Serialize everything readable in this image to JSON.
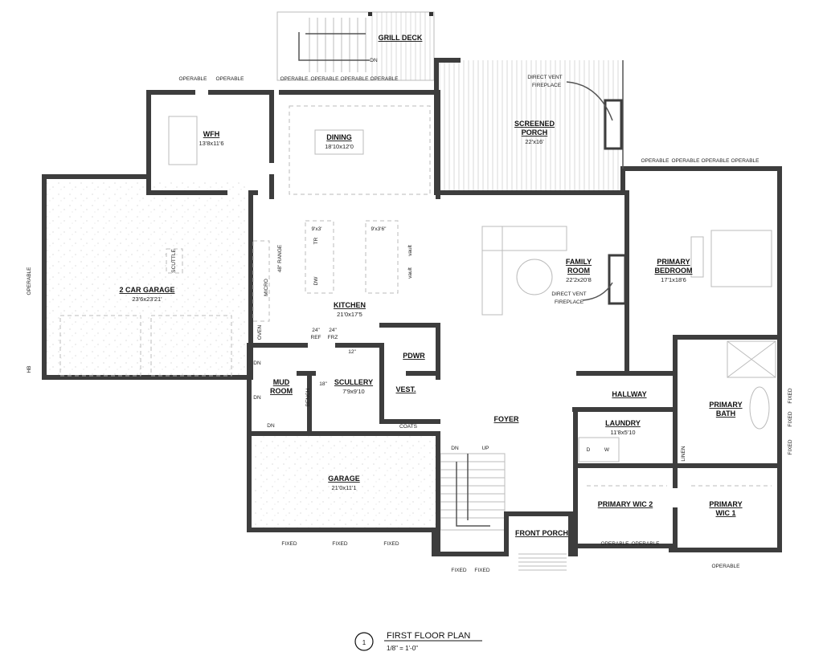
{
  "plan": {
    "title": "FIRST FLOOR PLAN",
    "scale": "1/8\" = 1'-0\"",
    "number": "1"
  },
  "rooms": [
    {
      "lines": [
        "GRILL DECK"
      ],
      "dims": ""
    },
    {
      "lines": [
        "WFH"
      ],
      "dims": "13'8x11'6"
    },
    {
      "lines": [
        "DINING"
      ],
      "dims": "18'10x12'0"
    },
    {
      "lines": [
        "SCREENED",
        "PORCH"
      ],
      "dims": "22'x16'"
    },
    {
      "lines": [
        "2 CAR GARAGE"
      ],
      "dims": "23'6x23'21'"
    },
    {
      "lines": [
        "FAMILY",
        "ROOM"
      ],
      "dims": "22'2x20'8"
    },
    {
      "lines": [
        "PRIMARY",
        "BEDROOM"
      ],
      "dims": "17'1x18'6"
    },
    {
      "lines": [
        "KITCHEN"
      ],
      "dims": "21'0x17'5"
    },
    {
      "lines": [
        "MUD",
        "ROOM"
      ],
      "dims": ""
    },
    {
      "lines": [
        "SCULLERY"
      ],
      "dims": "7'9x9'10"
    },
    {
      "lines": [
        "PDWR"
      ],
      "dims": ""
    },
    {
      "lines": [
        "VEST."
      ],
      "dims": ""
    },
    {
      "lines": [
        "FOYER"
      ],
      "dims": ""
    },
    {
      "lines": [
        "HALLWAY"
      ],
      "dims": ""
    },
    {
      "lines": [
        "LAUNDRY"
      ],
      "dims": "11'8x5'10"
    },
    {
      "lines": [
        "PRIMARY",
        "BATH"
      ],
      "dims": ""
    },
    {
      "lines": [
        "PRIMARY WIC 2"
      ],
      "dims": ""
    },
    {
      "lines": [
        "PRIMARY",
        "WIC 1"
      ],
      "dims": ""
    },
    {
      "lines": [
        "GARAGE"
      ],
      "dims": "21'0x11'1"
    },
    {
      "lines": [
        "FRONT PORCH"
      ],
      "dims": ""
    }
  ],
  "notes": [
    "OPERABLE",
    "OPERABLE",
    "OPERABLE",
    "OPERABLE",
    "OPERABLE",
    "OPERABLE",
    "OPERABLE",
    "OPERABLE",
    "OPERABLE",
    "OPERABLE",
    "OPERABLE",
    "OPERABLE",
    "OPERABLE",
    "OPERABLE",
    "FIXED",
    "FIXED",
    "FIXED",
    "FIXED",
    "FIXED",
    "FIXED",
    "FIXED",
    "FIXED",
    "DN",
    "DN",
    "DN",
    "DN",
    "DN",
    "UP",
    "HB",
    "SCUTTLE",
    "48\" RANGE",
    "MICRO",
    "OVEN",
    "9'x3'",
    "9'x3'6\"",
    "TR",
    "DW",
    "vault",
    "vault",
    "24\"",
    "REF",
    "24\"",
    "FRZ",
    "12\"",
    "18\"",
    "BENCH",
    "COATS",
    "D",
    "W",
    "LINEN",
    "DIRECT VENT",
    "FIREPLACE",
    "DIRECT VENT",
    "FIREPLACE"
  ],
  "colors": {
    "wall": "#3d3d3d",
    "porch_hatch": "#d8d8d8",
    "garage_speckle": "#cfcfcf"
  }
}
